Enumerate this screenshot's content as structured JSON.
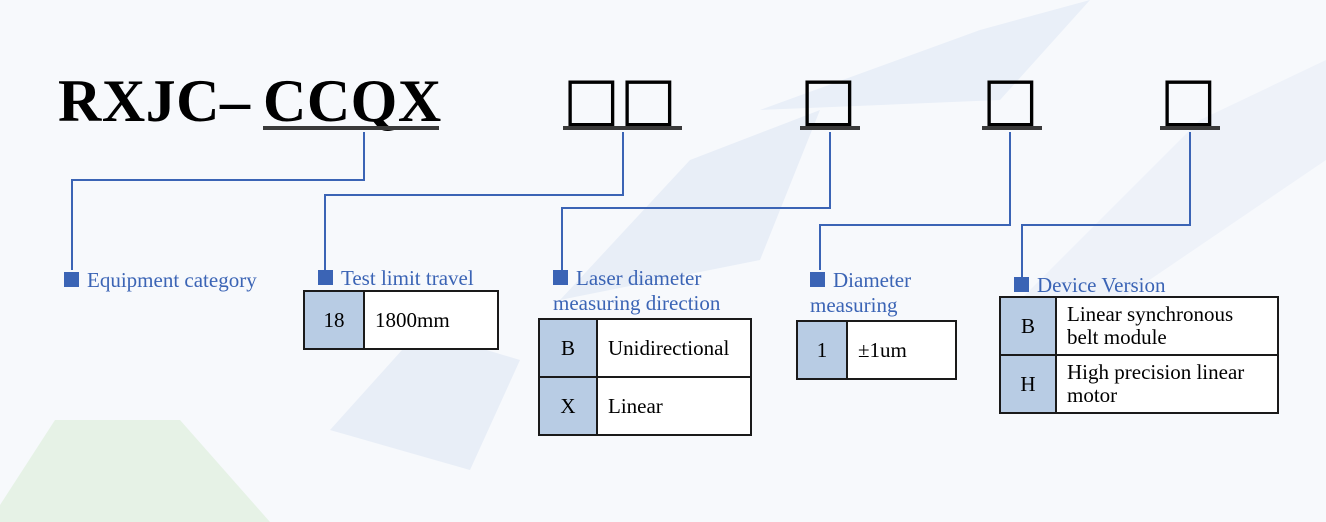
{
  "model": {
    "prefix": "RXJC–",
    "category_code": "CCQX",
    "placeholder_glyph": "□"
  },
  "colors": {
    "accent": "#3b64b5",
    "code_cell": "#b8cce4",
    "line": "#3a3a3a"
  },
  "sections": [
    {
      "label": "Equipment category",
      "options": []
    },
    {
      "label": "Test limit travel",
      "options": [
        {
          "code": "18",
          "desc": "1800mm"
        }
      ]
    },
    {
      "label": "Laser diameter measuring direction",
      "options": [
        {
          "code": "B",
          "desc": "Unidirectional"
        },
        {
          "code": "X",
          "desc": "Linear"
        }
      ]
    },
    {
      "label": "Diameter measuring",
      "options": [
        {
          "code": "1",
          "desc": "±1um"
        }
      ]
    },
    {
      "label": "Device Version",
      "options": [
        {
          "code": "B",
          "desc": "Linear synchronous belt module"
        },
        {
          "code": "H",
          "desc": "High precision linear motor"
        }
      ]
    }
  ]
}
